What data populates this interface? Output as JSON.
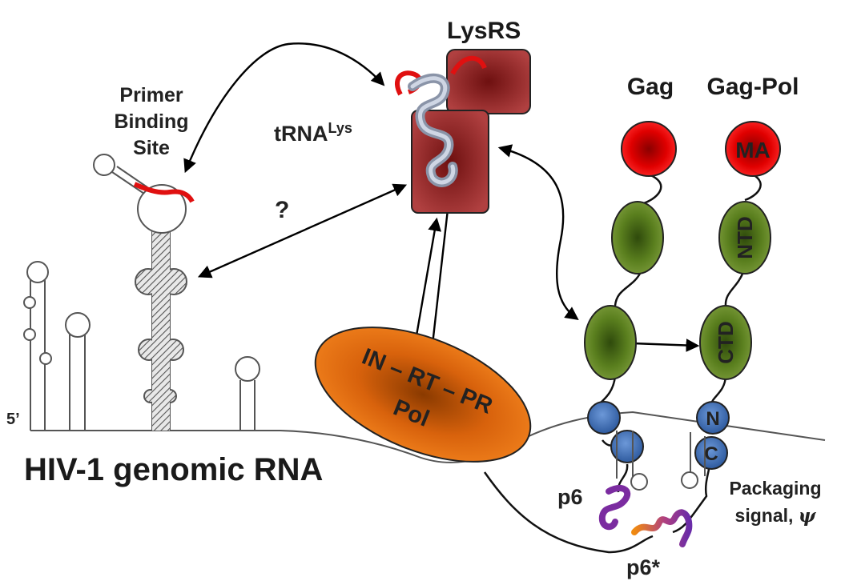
{
  "labels": {
    "lysrs": "LysRS",
    "trna_base": "tRNA",
    "trna_sup": "Lys",
    "primer_line1": "Primer",
    "primer_line2": "Binding",
    "primer_line3": "Site",
    "question": "?",
    "gag": "Gag",
    "gag_pol": "Gag-Pol",
    "ma": "MA",
    "ntd": "NTD",
    "ctd": "CTD",
    "n": "N",
    "c": "C",
    "pol_line1": "IN – RT – PR",
    "pol_line2": "Pol",
    "five_prime": "5’",
    "genomic_rna": "HIV-1 genomic RNA",
    "p6": "p6",
    "p6_star": "p6*",
    "packaging_line1": "Packaging",
    "packaging_line2": "signal,",
    "psi": "ψ"
  },
  "colors": {
    "red_ball": "#e00000",
    "green_domain": "#5a7f1e",
    "blue_bead": "#3a68b0",
    "orange_pol": "#e06a10",
    "lysrs_box": "#a52a2a",
    "primer_red": "#e01010",
    "p6_purple": "#7b2ca0"
  }
}
